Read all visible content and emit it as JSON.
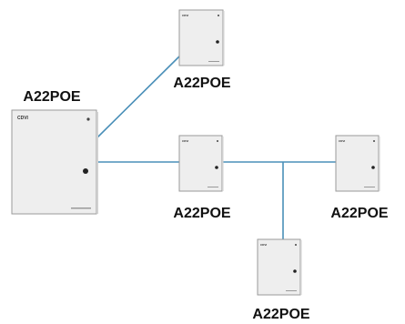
{
  "devices": [
    {
      "id": "main",
      "label": "A22POE",
      "brand": "CDVI"
    },
    {
      "id": "top",
      "label": "A22POE",
      "brand": "CDVI"
    },
    {
      "id": "middle",
      "label": "A22POE",
      "brand": "CDVI"
    },
    {
      "id": "right",
      "label": "A22POE",
      "brand": "CDVI"
    },
    {
      "id": "bottom",
      "label": "A22POE",
      "brand": "CDVI"
    }
  ],
  "colors": {
    "connector": "#4a8fb8",
    "panel_fill": "#eeeeee",
    "panel_stroke": "#9a9a9a",
    "brand": "#333333",
    "lock": "#222222"
  }
}
